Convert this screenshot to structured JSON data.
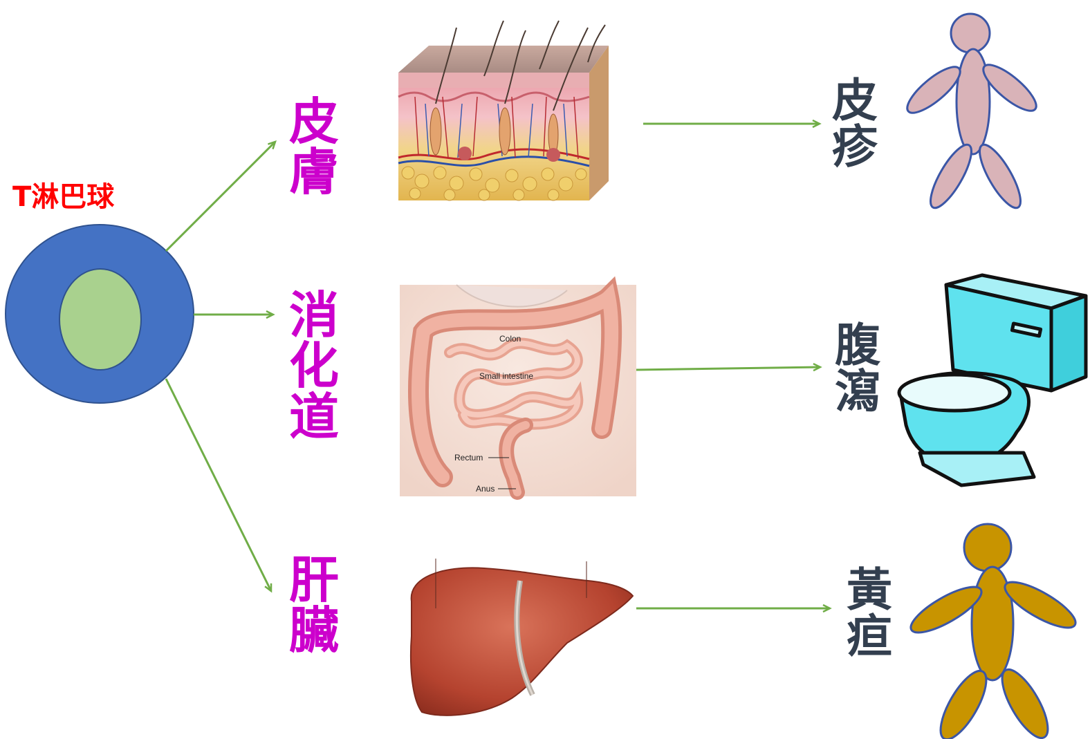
{
  "tcell": {
    "label": "T淋巴球",
    "outer_color": "#4472c4",
    "inner_color": "#a9d18e"
  },
  "colors": {
    "arrow": "#70ad47",
    "organ_text": "#cc00cc",
    "symptom_text": "#333f4f",
    "figure_pink": "#d9b3b8",
    "figure_yellow": "#c89400"
  },
  "rows": [
    {
      "organ": [
        "皮",
        "膚"
      ],
      "symptom": [
        "皮",
        "疹"
      ],
      "image": "skin-cross-section",
      "result_icon": "human-figure-pink-icon"
    },
    {
      "organ": [
        "消",
        "化",
        "道"
      ],
      "symptom": [
        "腹",
        "瀉"
      ],
      "image": "digestive-tract",
      "image_labels": [
        "Colon",
        "Small intestine",
        "Rectum",
        "Anus"
      ],
      "result_icon": "toilet-icon"
    },
    {
      "organ": [
        "肝",
        "臟"
      ],
      "symptom": [
        "黃",
        "疸"
      ],
      "image": "liver",
      "result_icon": "human-figure-yellow-icon"
    }
  ]
}
